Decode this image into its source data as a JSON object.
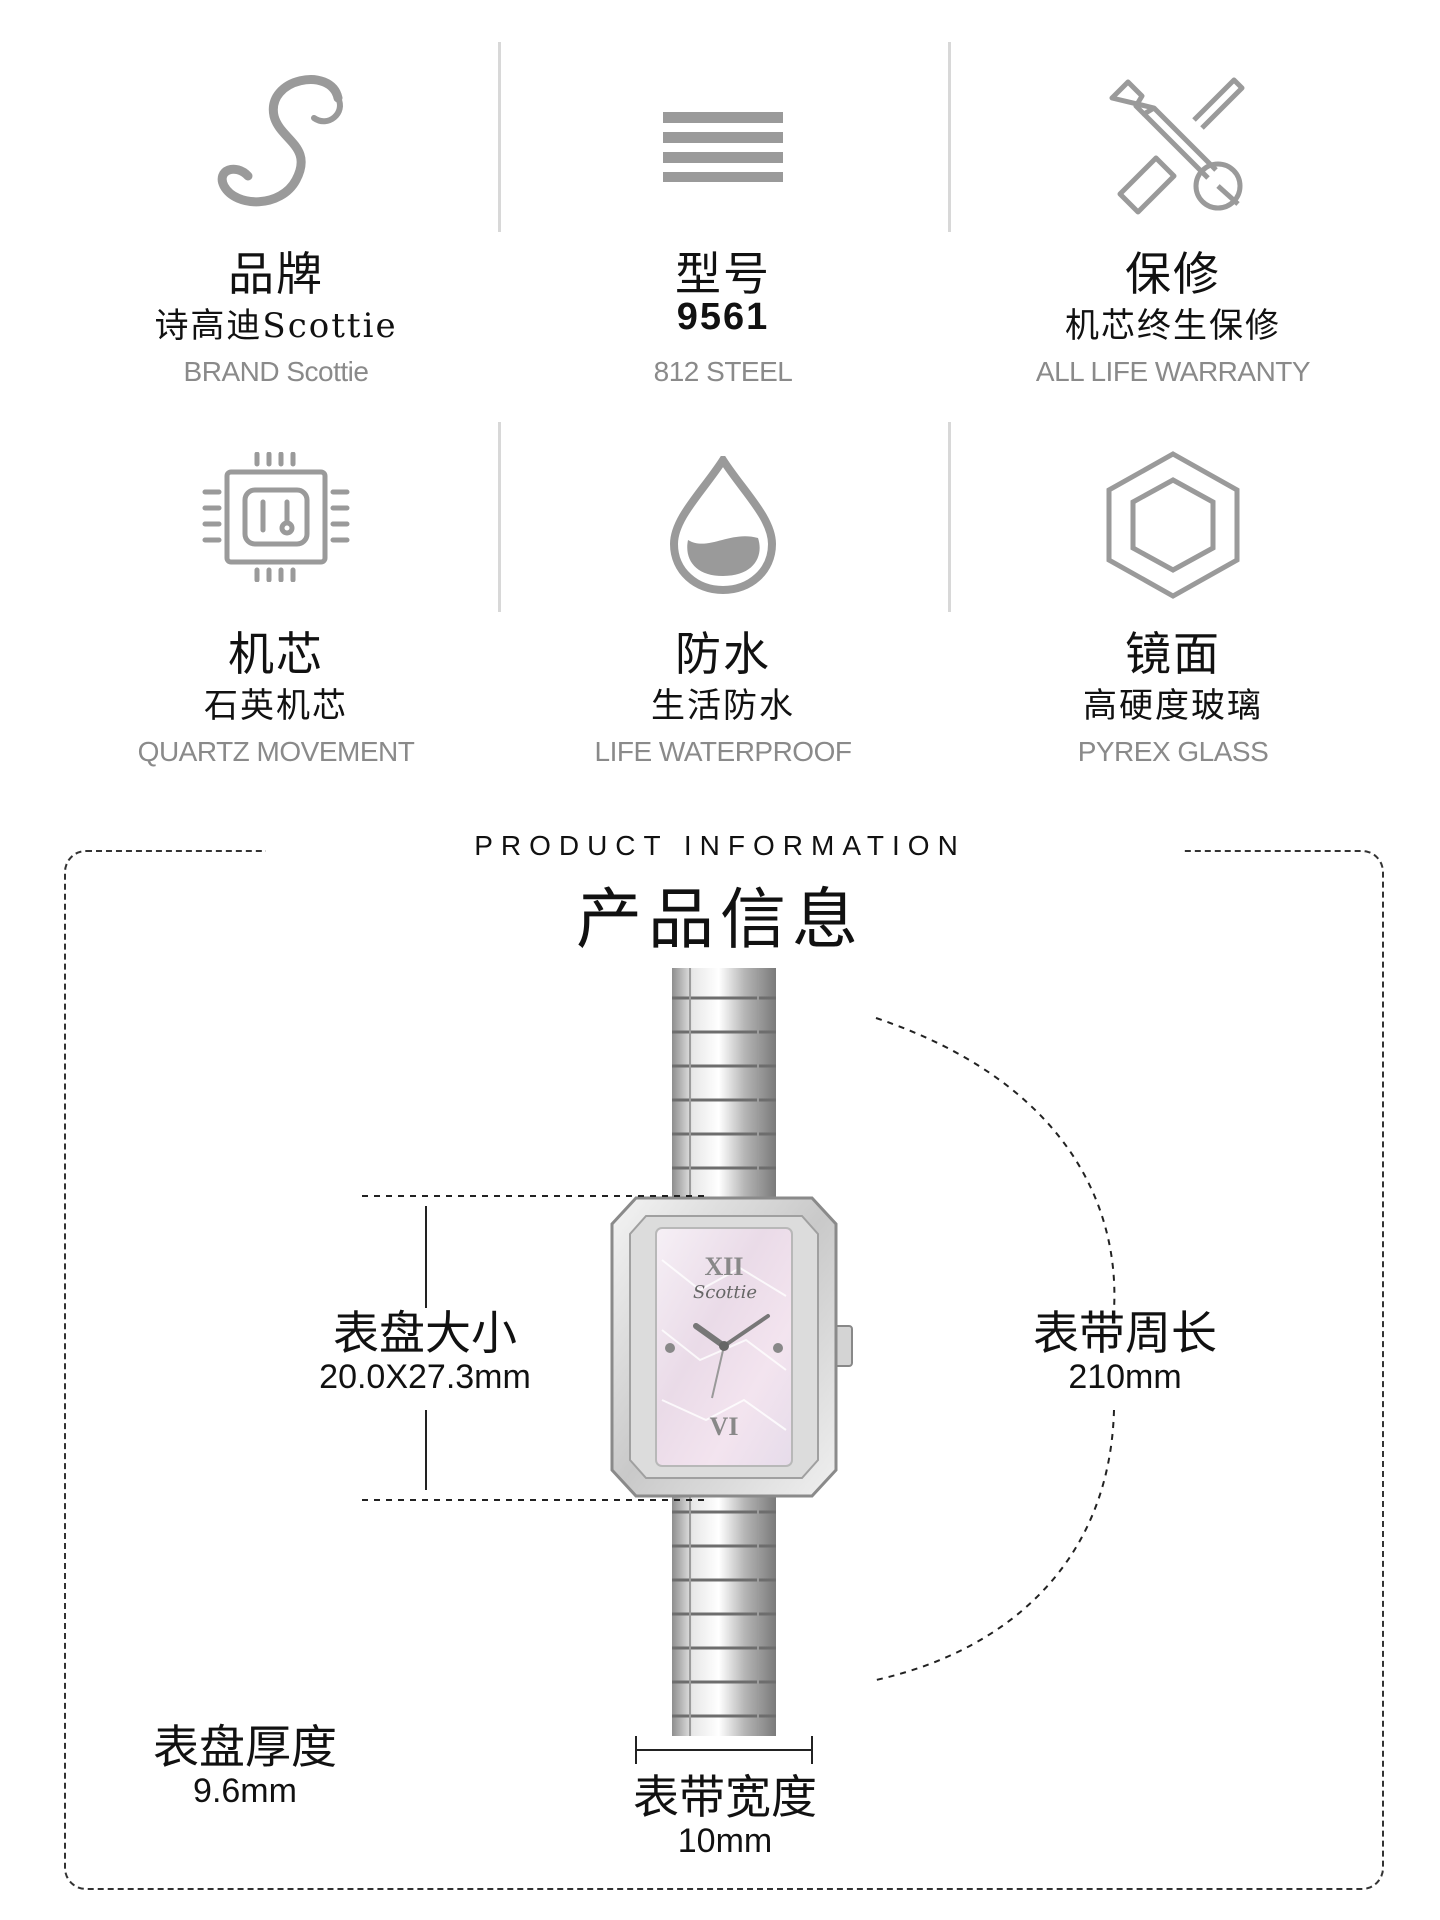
{
  "features": [
    {
      "id": "brand",
      "title": "品牌",
      "value": "诗高迪Scottie",
      "english": "BRAND Scottie",
      "icon": "script-s-logo-icon"
    },
    {
      "id": "model",
      "title": "型号",
      "value": "9561",
      "english": "812 STEEL",
      "icon": "menu-lines-icon"
    },
    {
      "id": "warranty",
      "title": "保修",
      "value": "机芯终生保修",
      "english": "ALL LIFE WARRANTY",
      "icon": "wrench-screwdriver-icon"
    },
    {
      "id": "movement",
      "title": "机芯",
      "value": "石英机芯",
      "english": "QUARTZ MOVEMENT",
      "icon": "chip-icon"
    },
    {
      "id": "waterproof",
      "title": "防水",
      "value": "生活防水",
      "english": "LIFE WATERPROOF",
      "icon": "water-drop-icon"
    },
    {
      "id": "glass",
      "title": "镜面",
      "value": "高硬度玻璃",
      "english": "PYREX GLASS",
      "icon": "hexagon-icon"
    }
  ],
  "product_info": {
    "title_en": "PRODUCT INFORMATION",
    "title_zh": "产品信息",
    "dial_brand": "Scottie",
    "dial_numeral_top": "XII",
    "dial_numeral_bottom": "VI",
    "dial_size": {
      "label": "表盘大小",
      "value": "20.0X27.3mm"
    },
    "strap_length": {
      "label": "表带周长",
      "value": "210mm"
    },
    "dial_thickness": {
      "label": "表盘厚度",
      "value": "9.6mm"
    },
    "strap_width": {
      "label": "表带宽度",
      "value": "10mm"
    }
  },
  "colors": {
    "icon_gray": "#9a9a9a",
    "divider": "#d8d8d8",
    "english_gray": "#8a8a8a",
    "text": "#111111"
  }
}
